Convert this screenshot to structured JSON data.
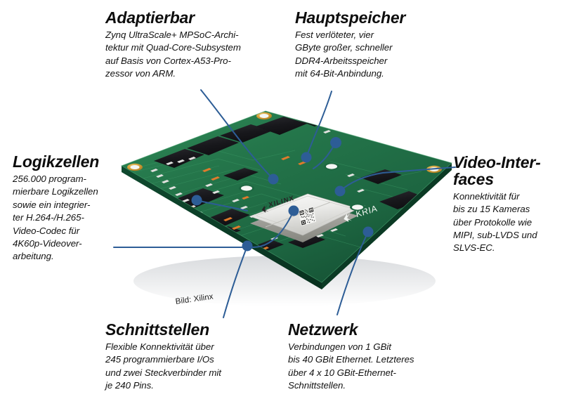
{
  "figure": {
    "subject": "Xilinx Kria K26 SOM Platine",
    "credit": "Bild: Xilinx",
    "board_silkscreen": {
      "module_logo": "XILINX",
      "brand_small": "XILINX",
      "brand_large": "KRIA"
    },
    "colors": {
      "leader_line": "#2d5d96",
      "leader_dot": "#2d5d96",
      "pcb_green": "#1f6b43",
      "pcb_green_light": "#2f8a56",
      "chip_black": "#1b1b1f",
      "heatsink_silver": "#e9e9e7",
      "gold_pad": "#d8a33c",
      "background": "#ffffff",
      "text": "#101010"
    }
  },
  "callouts": [
    {
      "id": "adaptierbar",
      "title": "Adaptierbar",
      "body": "Zynq UltraScale+ MPSoC-Archi-\ntektur mit Quad-Core-Subsystem\nauf Basis von Cortex-A53-Pro-\nzessor von ARM."
    },
    {
      "id": "hauptspeicher",
      "title": "Hauptspeicher",
      "body": "Fest verlöteter, vier\nGByte großer, schneller\nDDR4-Arbeitsspeicher\nmit 64-Bit-Anbindung."
    },
    {
      "id": "logikzellen",
      "title": "Logikzellen",
      "body": "256.000 program-\nmierbare Logikzellen\nsowie ein integrier-\nter H.264-/H.265-\nVideo-Codec für\n4K60p-Videover-\narbeitung."
    },
    {
      "id": "video-interfaces",
      "title": "Video-Inter-\nfaces",
      "body": "Konnektivität für\nbis zu 15 Kameras\nüber Protokolle wie\nMIPI, sub-LVDS und\nSLVS-EC."
    },
    {
      "id": "schnittstellen",
      "title": "Schnittstellen",
      "body": "Flexible Konnektivität über\n245 programmierbare I/Os\nund zwei Steckverbinder mit\nje 240 Pins."
    },
    {
      "id": "netzwerk",
      "title": "Netzwerk",
      "body": "Verbindungen von 1 GBit\nbis 40 GBit Ethernet. Letzteres\nüber 4 x 10 GBit-Ethernet-\nSchnittstellen."
    }
  ]
}
